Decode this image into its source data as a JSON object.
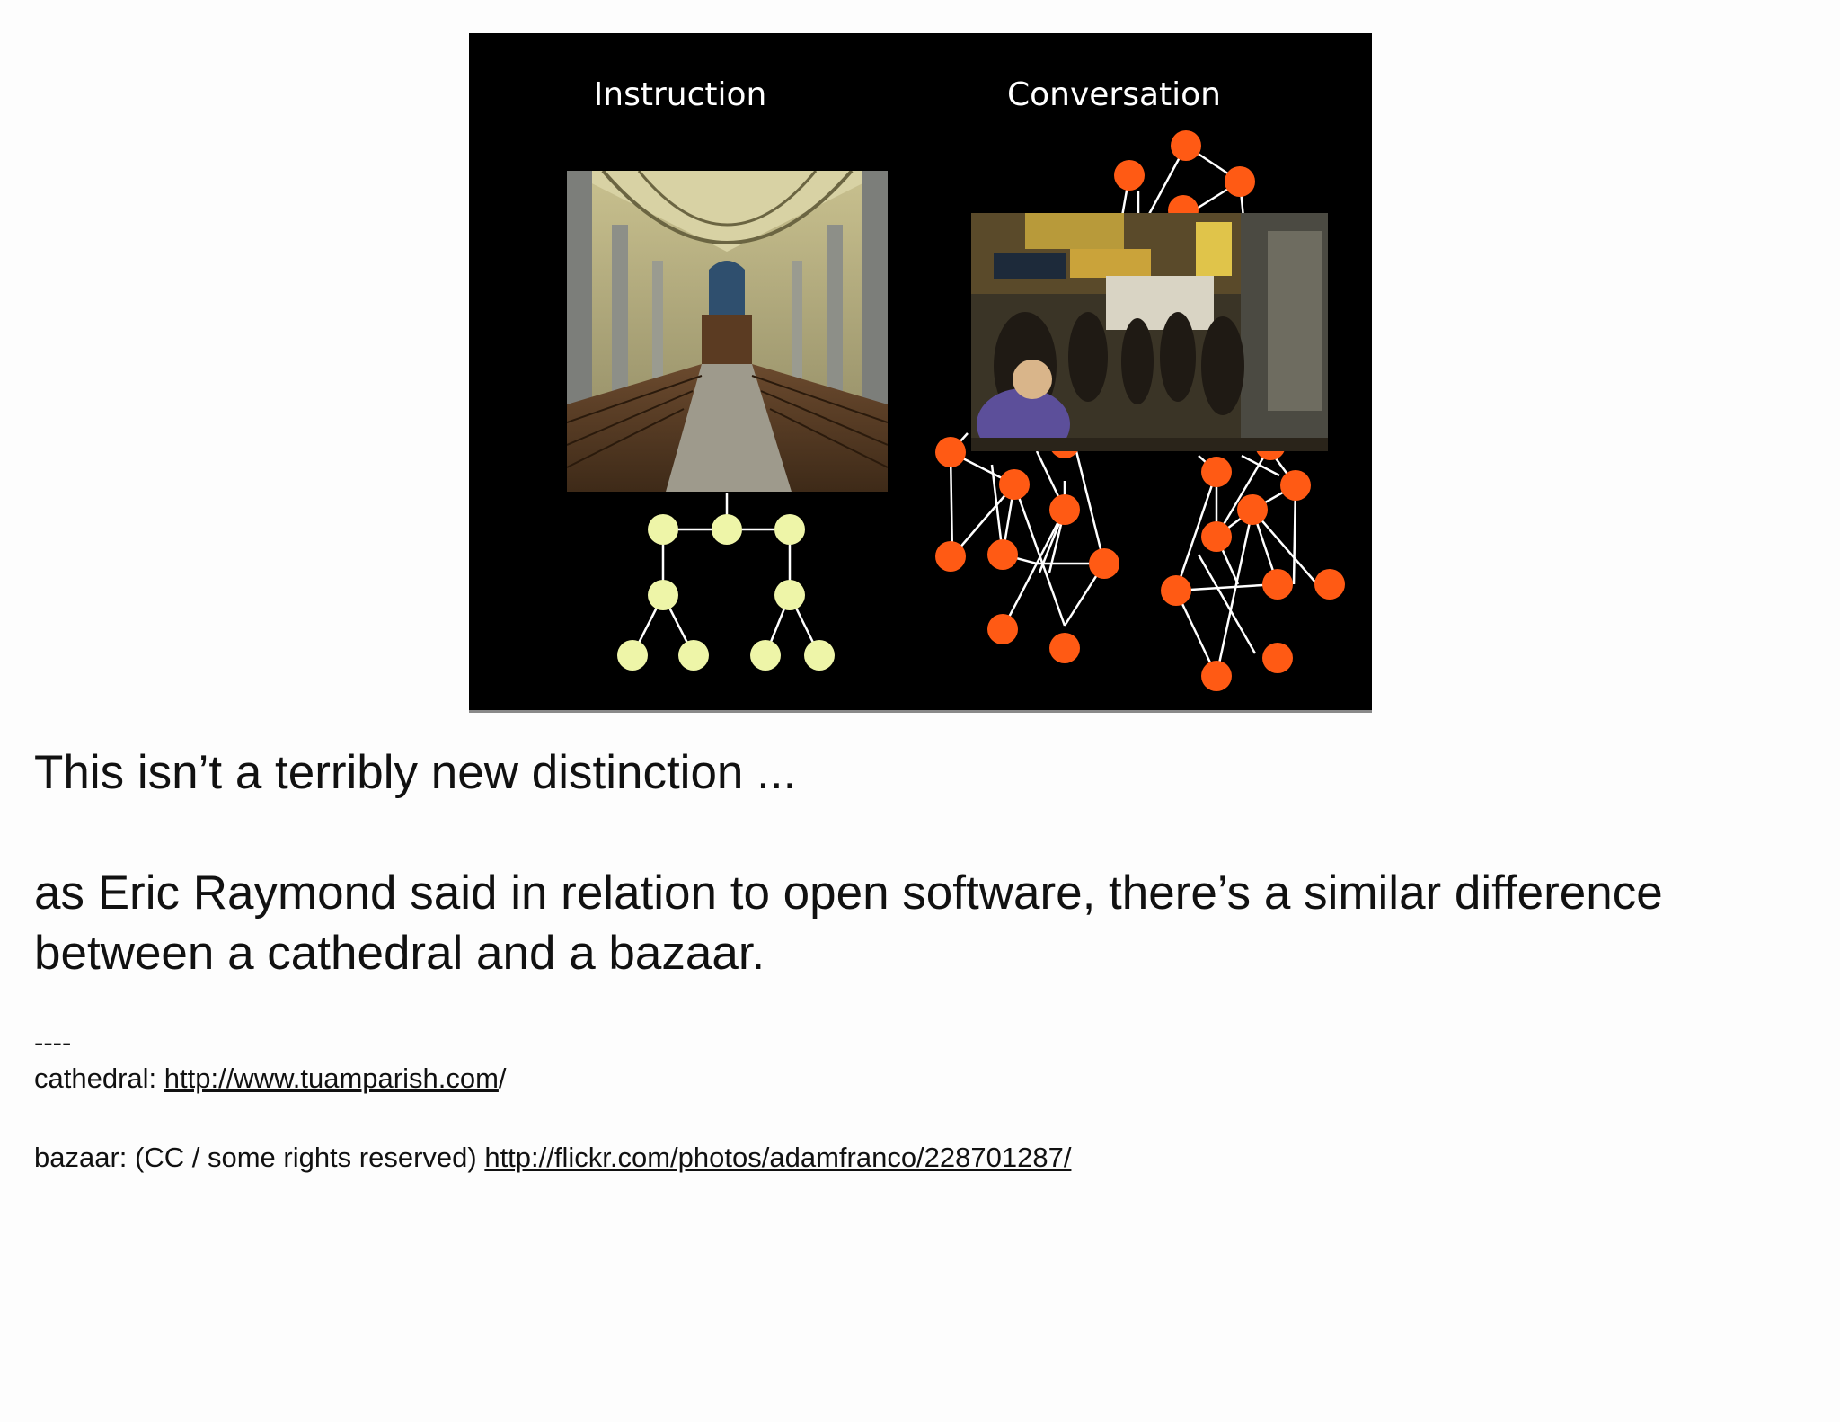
{
  "slide": {
    "left_heading": "Instruction",
    "right_heading": "Conversation",
    "left_photo": "cathedral interior",
    "right_photo": "crowded bazaar street",
    "tree_node_color": "#eef5a8",
    "network_node_color": "#ff5a14",
    "background_color": "#000000"
  },
  "notes": {
    "line1": "This isn’t a terribly new distinction ...",
    "line2": "as Eric Raymond said in relation to open software, there’s a similar difference between a cathedral and a bazaar.",
    "separator": "----",
    "credit1_prefix": "cathedral: ",
    "credit1_link": "http://www.tuamparish.com",
    "credit1_suffix": "/",
    "credit2_prefix": "bazaar: (CC / some rights reserved) ",
    "credit2_link": "http://flickr.com/photos/adamfranco/228701287/"
  }
}
